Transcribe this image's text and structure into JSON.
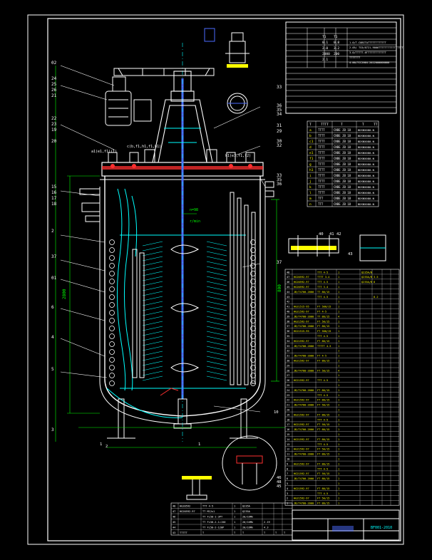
{
  "colors": {
    "background": "#000000",
    "frame": "#ffffff",
    "vessel": "#ffffff",
    "internals": "#00ffff",
    "dims": "#00ff00",
    "annotation": "#ffff00",
    "shaft": "#4c6bff",
    "highlight": "#ff3030",
    "text": "#ffffff",
    "table_text": "#ffff00"
  },
  "callouts_left": [
    "02",
    "24",
    "25",
    "26",
    "21",
    "22",
    "23",
    "19",
    "20",
    "15",
    "16",
    "17",
    "18",
    "2",
    "37",
    "01",
    "6",
    "4",
    "5",
    "3"
  ],
  "callouts_right": [
    "33",
    "36",
    "35",
    "34",
    "31",
    "29",
    "30",
    "32",
    "33",
    "35",
    "36",
    "37"
  ],
  "callouts_bottom": [
    "1",
    "1",
    "2",
    "10",
    "40",
    "46",
    "45",
    "48",
    "42",
    "41",
    "43"
  ],
  "fig_labels": {
    "flange_left": "a1(e1,f1)(T)",
    "flange_mid": "c(b,f1,h1,f1,h1)",
    "flange_right": "k1(e1,f1,f2)",
    "agitator_note": "n=98\nr/min",
    "dim_left": "2800",
    "dim_right": "800"
  },
  "spec_table": {
    "rows": [
      [
        "",
        "",
        "",
        "",
        ""
      ],
      [
        "",
        "T1",
        "T1",
        "",
        ""
      ],
      [
        "",
        "0.1",
        "0.8",
        "",
        ""
      ],
      [
        "",
        "2.0",
        "3.2",
        "",
        ""
      ],
      [
        "",
        "2000",
        "200",
        "",
        ""
      ],
      [
        "",
        "2.1",
        "",
        "",
        ""
      ],
      [
        "",
        "",
        "",
        "",
        ""
      ],
      [
        "",
        "",
        "",
        "",
        ""
      ]
    ],
    "notes": [
      "1.0/T-COBITATTTTTTTTTTTT",
      "2.05/ TC0/0721-9000TTTTTTTTTTTTTTTT",
      "3.0/TTTTT-0TTTTTTTTTTTTT",
      "TTTTTTT",
      "4.00/TCC2004-2022000000000"
    ]
  },
  "nozzle_table": {
    "header": [
      "T",
      "TTTT",
      "T",
      "T",
      "TT"
    ],
    "rows": [
      [
        "a",
        "TTTT",
        "CNBE JB 18",
        "BDSN5080-N"
      ],
      [
        "b",
        "TTTT",
        "CNBE JB 18",
        "BDSN5080-N"
      ],
      [
        "c1",
        "TTTT",
        "CNBE JB 18",
        "BDSN5080-N"
      ],
      [
        "d",
        "TTTT",
        "CNBE JB 18",
        "BDSN5080-N"
      ],
      [
        "e1",
        "TTTT",
        "CNBE JB 18",
        "BDSN5080-N"
      ],
      [
        "f1",
        "TTTT",
        "CNBE JB 18",
        "BDSN5080-N"
      ],
      [
        "g",
        "TTTT",
        "CNBE JB 18",
        "BDSN5080-N"
      ],
      [
        "h1",
        "TTTT",
        "CNBE JB 18",
        "BDSN5080-N"
      ],
      [
        "i",
        "TTTT",
        "CNBE JB 18",
        "BDSN5080-N"
      ],
      [
        "j",
        "TTTT",
        "CNBE JB 18",
        "BDSN5080-N"
      ],
      [
        "k",
        "TTTT",
        "CNBE JB 18",
        "BDSN5080-N"
      ],
      [
        "l",
        "TTTT",
        "CNBE JB 18",
        "BDSN5080-N"
      ],
      [
        "m",
        "TTT",
        "CNBE JB 18",
        "BDSN5080-N"
      ],
      [
        "n",
        "TTT",
        "CNBE JB 18",
        "BDSN5080-N"
      ]
    ]
  },
  "parts_list": {
    "rows": [
      [
        "48",
        "",
        "TTT 4-5",
        "1",
        "Q235A/B",
        "",
        "",
        ""
      ],
      [
        "47",
        "HG20592-97",
        "TTTT 3-4",
        "1",
        "Q235A/B",
        "3.5",
        "",
        ""
      ],
      [
        "46",
        "HG20592-97",
        "TTT 4-5",
        "1",
        "Q235A/B",
        "8",
        "",
        ""
      ],
      [
        "45",
        "HG20592-97",
        "TTT 3-4",
        "1",
        "",
        "",
        "",
        ""
      ],
      [
        "44",
        "JB/T4700-2000",
        "TT 80/15",
        "1",
        "",
        "",
        "",
        ""
      ],
      [
        "43",
        "",
        "TTT 4-5",
        "1",
        "",
        "8.2",
        "",
        ""
      ],
      [
        "42",
        "",
        "",
        "1",
        "",
        "",
        "",
        ""
      ],
      [
        "41",
        "HG21515-95",
        "FT 500/15",
        "1",
        "",
        "",
        "",
        ""
      ],
      [
        "40",
        "HG21592-97",
        "FT 4-5",
        "1",
        "",
        "",
        "",
        ""
      ],
      [
        "39",
        "JB/T4700-2000",
        "TT 80/15",
        "4",
        "",
        "",
        "",
        ""
      ],
      [
        "38",
        "HG21592-97",
        "FT 50/15",
        "1",
        "",
        "",
        "",
        ""
      ],
      [
        "37",
        "JB/T4700-2000",
        "FT 80/15",
        "1",
        "",
        "",
        "",
        ""
      ],
      [
        "36",
        "HG21515-95",
        "FT 500/15",
        "1",
        "",
        "",
        "",
        ""
      ],
      [
        "35",
        "",
        "TTT 4-5",
        "1",
        "",
        "",
        "",
        ""
      ],
      [
        "34",
        "HG21592-97",
        "FT 80/15",
        "1",
        "",
        "",
        "",
        ""
      ],
      [
        "33",
        "JB/T4700-2000",
        "TTTTT 4-5",
        "1",
        "",
        "",
        "",
        ""
      ],
      [
        "32",
        "",
        "",
        "1",
        "",
        "",
        "",
        ""
      ],
      [
        "31",
        "JB/T4700-2000",
        "FT 4-5",
        "1",
        "",
        "",
        "",
        ""
      ],
      [
        "30",
        "HG21592-97",
        "FT 80/15",
        "1",
        "",
        "",
        "",
        ""
      ],
      [
        "29",
        "",
        "",
        "1",
        "",
        "",
        "",
        ""
      ],
      [
        "28",
        "JB/T4700-2000",
        "FT 50/15",
        "4",
        "",
        "",
        "",
        ""
      ],
      [
        "27",
        "",
        "",
        "1",
        "",
        "",
        "",
        ""
      ],
      [
        "26",
        "HG21592-97",
        "TTT 4-5",
        "1",
        "",
        "",
        "",
        ""
      ],
      [
        "25",
        "",
        "",
        "1",
        "",
        "",
        "",
        ""
      ],
      [
        "24",
        "JB/T4700-2000",
        "FT 80/15",
        "1",
        "",
        "",
        "",
        ""
      ],
      [
        "23",
        "",
        "TTT 4-5",
        "1",
        "",
        "",
        "",
        ""
      ],
      [
        "22",
        "HG21592-97",
        "FT 80/15",
        "1",
        "",
        "",
        "",
        ""
      ],
      [
        "21",
        "JB/T4700-2000",
        "FT 50/15",
        "1",
        "",
        "",
        "",
        ""
      ],
      [
        "20",
        "",
        "",
        "1",
        "",
        "",
        "",
        ""
      ],
      [
        "19",
        "HG21592-97",
        "FT 80/15",
        "1",
        "",
        "",
        "",
        ""
      ],
      [
        "18",
        "",
        "TTT 4-5",
        "1",
        "",
        "",
        "",
        ""
      ],
      [
        "17",
        "HG21592-97",
        "FT 50/15",
        "1",
        "",
        "",
        "",
        ""
      ],
      [
        "16",
        "JB/T4700-2000",
        "FT 80/15",
        "1",
        "",
        "",
        "",
        ""
      ],
      [
        "15",
        "",
        "",
        "1",
        "",
        "",
        "",
        ""
      ],
      [
        "14",
        "HG21592-97",
        "FT 80/15",
        "1",
        "",
        "",
        "",
        ""
      ],
      [
        "13",
        "",
        "TTT 4-5",
        "1",
        "",
        "",
        "",
        ""
      ],
      [
        "12",
        "HG21592-97",
        "FT 50/15",
        "1",
        "",
        "",
        "",
        ""
      ],
      [
        "11",
        "JB/T4700-2000",
        "FT 80/15",
        "1",
        "",
        "",
        "",
        ""
      ],
      [
        "10",
        "",
        "",
        "1",
        "",
        "",
        "",
        ""
      ],
      [
        "9",
        "HG21592-97",
        "FT 80/15",
        "1",
        "",
        "",
        "",
        ""
      ],
      [
        "8",
        "",
        "TTT 4-5",
        "1",
        "",
        "",
        "",
        ""
      ],
      [
        "7",
        "HG21592-97",
        "FT 50/15",
        "1",
        "",
        "",
        "",
        ""
      ],
      [
        "6",
        "JB/T4700-2000",
        "FT 80/15",
        "1",
        "",
        "",
        "",
        ""
      ],
      [
        "5",
        "",
        "",
        "1",
        "",
        "",
        "",
        ""
      ],
      [
        "4",
        "HG21592-97",
        "FT 80/15",
        "1",
        "",
        "",
        "",
        ""
      ],
      [
        "3",
        "",
        "TTT 4-5",
        "1",
        "",
        "",
        "",
        ""
      ],
      [
        "2",
        "HG21592-97",
        "FT 50/15",
        "1",
        "",
        "",
        "",
        ""
      ],
      [
        "1",
        "JB/T4700-2000",
        "FT 80/15",
        "1",
        "",
        "",
        "",
        ""
      ]
    ]
  },
  "small_parts_table": {
    "rows": [
      [
        "48",
        "HG20592",
        "TTT 4-5",
        "1",
        "Q235A",
        "",
        "",
        ""
      ],
      [
        "47",
        "HG20592-97",
        "TT M12x1",
        "1",
        "Q235A",
        "",
        "",
        ""
      ],
      [
        "46",
        "",
        "TT FL50-1-3PT",
        "1",
        "20/16Mn",
        "",
        "",
        ""
      ],
      [
        "45",
        "",
        "TT FL50-2-1=150",
        "1",
        "20/16Mn",
        "2.19",
        "",
        ""
      ],
      [
        "44",
        "",
        "TT FL50-2-120P",
        "1",
        "20/16Mn",
        "4.3",
        "",
        ""
      ],
      [
        "43",
        "TTTTT",
        "T",
        "T",
        "T",
        "T",
        "T",
        "T"
      ]
    ]
  },
  "title_block": {
    "code": "BF001-2010"
  }
}
